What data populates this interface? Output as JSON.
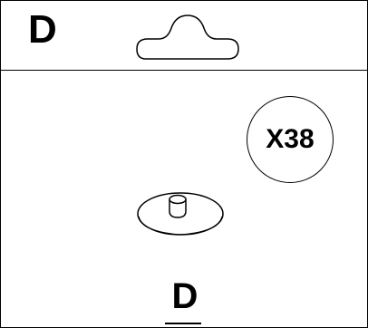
{
  "header": {
    "code": "D",
    "hang_tab_icon": "hang-tab-icon"
  },
  "count_badge": {
    "label": "X38"
  },
  "part": {
    "icon": "spacer-disc-icon"
  },
  "footer": {
    "code": "D"
  },
  "colors": {
    "line": "#000000",
    "background": "#ffffff"
  }
}
